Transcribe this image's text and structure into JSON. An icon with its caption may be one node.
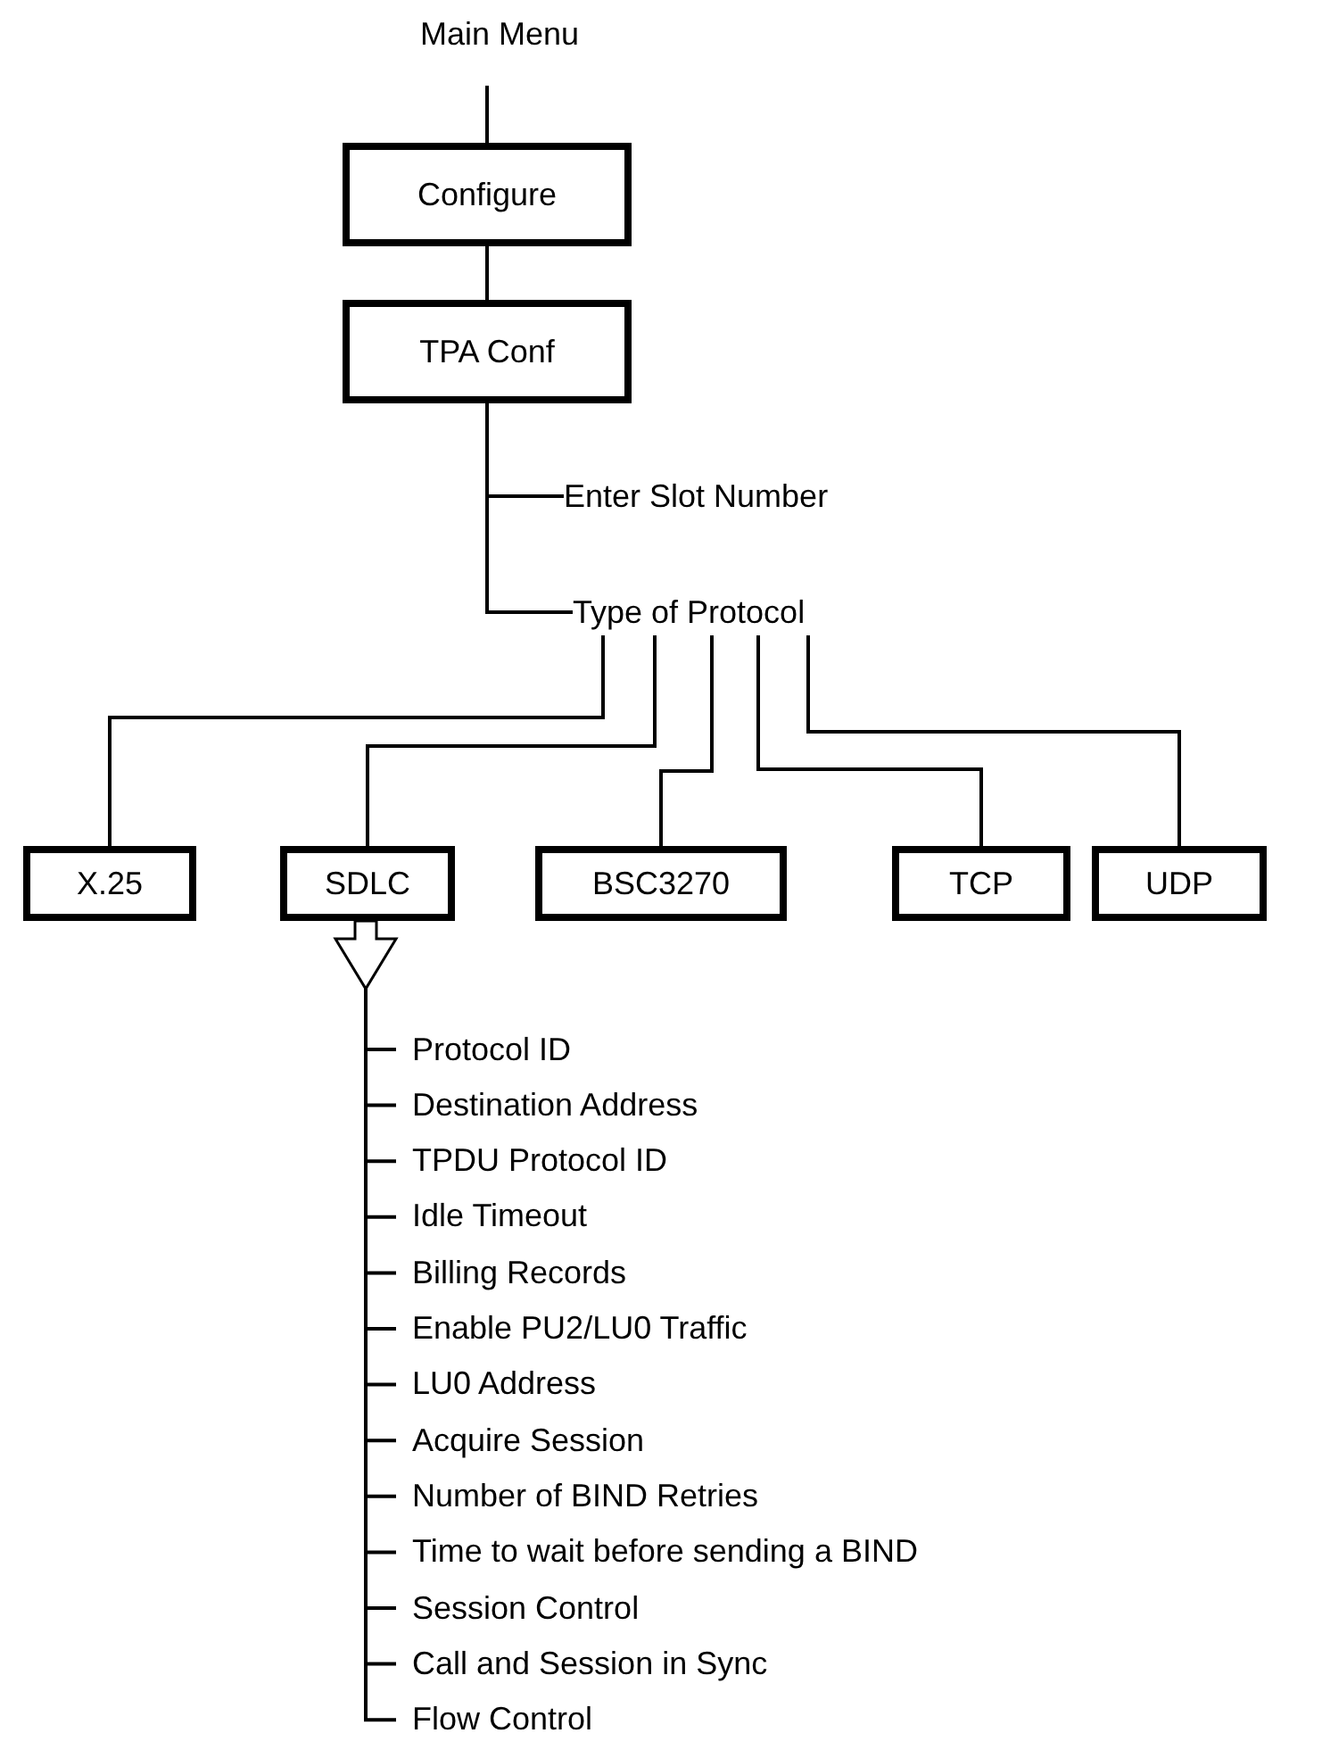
{
  "diagram": {
    "nodes": [
      {
        "text": [
          "Main Menu"
        ]
      },
      {
        "text": [
          "Configure"
        ]
      },
      {
        "text": [
          "TPA Conf"
        ]
      },
      {
        "text": [
          "Enter Slot Number"
        ]
      },
      {
        "text": [
          "Type of Protocol"
        ]
      },
      {
        "text": [
          "X.25"
        ]
      },
      {
        "text": [
          "SDLC"
        ]
      },
      {
        "text": [
          "BSC3270"
        ]
      },
      {
        "text": [
          "TCP"
        ]
      },
      {
        "text": [
          "UDP"
        ]
      },
      {
        "text": [
          "Protocol ID"
        ]
      },
      {
        "text": [
          "Destination Address"
        ]
      },
      {
        "text": [
          "TPDU Protocol ID"
        ]
      },
      {
        "text": [
          "Idle Timeout"
        ]
      },
      {
        "text": [
          "Billing Records"
        ]
      },
      {
        "text": [
          "Enable PU2/LU0 Traffic"
        ]
      },
      {
        "text": [
          "LU0 Address"
        ]
      },
      {
        "text": [
          "Acquire Session"
        ]
      },
      {
        "text": [
          "Number of BIND Retries"
        ]
      },
      {
        "text": [
          "Time to wait before sending a BIND"
        ]
      },
      {
        "text": [
          "Session Control"
        ]
      },
      {
        "text": [
          "Call and Session in Sync"
        ]
      },
      {
        "text": [
          "Flow Control"
        ]
      }
    ],
    "edges": [
      {
        "from": 0,
        "to": 1,
        "arrow": "none"
      },
      {
        "from": 1,
        "to": 2,
        "arrow": "none"
      },
      {
        "from": 2,
        "to": 3,
        "arrow": "none"
      },
      {
        "from": 2,
        "to": 4,
        "arrow": "none"
      },
      {
        "from": 4,
        "to": 5,
        "arrow": "none"
      },
      {
        "from": 4,
        "to": 6,
        "arrow": "none"
      },
      {
        "from": 4,
        "to": 7,
        "arrow": "none"
      },
      {
        "from": 4,
        "to": 8,
        "arrow": "none"
      },
      {
        "from": 4,
        "to": 9,
        "arrow": "none"
      },
      {
        "from": 6,
        "to": null,
        "arrow": "to"
      },
      {
        "from": 6,
        "to": 10,
        "arrow": "none"
      },
      {
        "from": 6,
        "to": 11,
        "arrow": "none"
      },
      {
        "from": 6,
        "to": 12,
        "arrow": "none"
      },
      {
        "from": 6,
        "to": 13,
        "arrow": "none"
      },
      {
        "from": 6,
        "to": 14,
        "arrow": "none"
      },
      {
        "from": 6,
        "to": 15,
        "arrow": "none"
      },
      {
        "from": 6,
        "to": 16,
        "arrow": "none"
      },
      {
        "from": 6,
        "to": 17,
        "arrow": "none"
      },
      {
        "from": 6,
        "to": 18,
        "arrow": "none"
      },
      {
        "from": 6,
        "to": 19,
        "arrow": "none"
      },
      {
        "from": 6,
        "to": 20,
        "arrow": "none"
      },
      {
        "from": 6,
        "to": 21,
        "arrow": "none"
      },
      {
        "from": 6,
        "to": 22,
        "arrow": "none"
      }
    ]
  }
}
